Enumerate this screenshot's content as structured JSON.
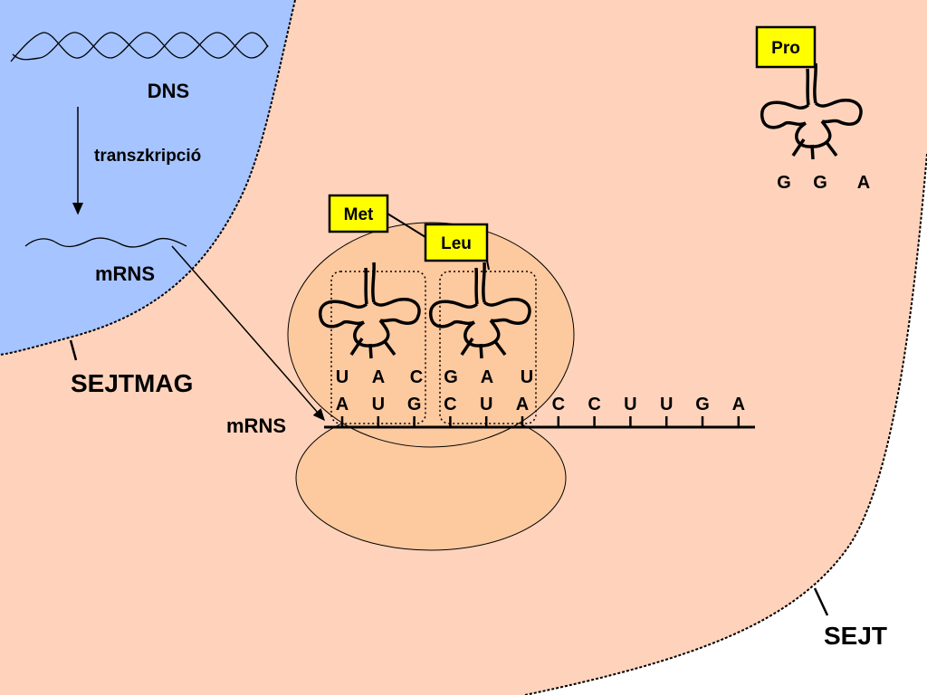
{
  "labels": {
    "dns": "DNS",
    "transcription": "transzkripció",
    "mrns_nucleus": "mRNS",
    "nucleus": "SEJTMAG",
    "mrns_ribosome": "mRNS",
    "cell": "SEJT"
  },
  "amino_acids": {
    "met": "Met",
    "leu": "Leu",
    "pro": "Pro"
  },
  "anticodons": {
    "trna_met": [
      "U",
      "A",
      "C"
    ],
    "trna_leu": [
      "G",
      "A",
      "U"
    ],
    "trna_pro": [
      "G",
      "G",
      "A"
    ]
  },
  "mrna_sequence": [
    "A",
    "U",
    "G",
    "C",
    "U",
    "A",
    "C",
    "C",
    "U",
    "U",
    "G",
    "A"
  ],
  "colors": {
    "nucleus": "#a6c4ff",
    "cytoplasm": "#ffd3bb",
    "ribosome": "#fdc99f",
    "aa_box": "#ffff00"
  }
}
